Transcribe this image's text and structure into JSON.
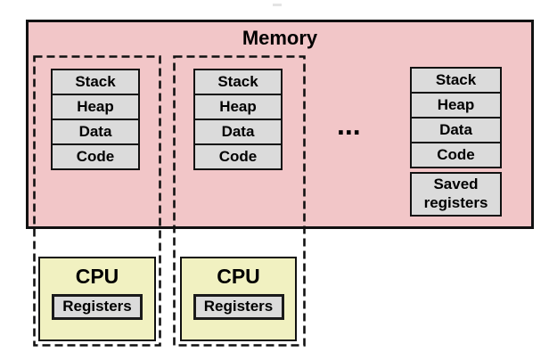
{
  "memory": {
    "label": "Memory",
    "segments": [
      "Stack",
      "Heap",
      "Data",
      "Code"
    ],
    "saved_registers_label": "Saved registers",
    "ellipsis": "..."
  },
  "cpus": [
    {
      "label": "CPU",
      "registers_label": "Registers"
    },
    {
      "label": "CPU",
      "registers_label": "Registers"
    }
  ],
  "colors": {
    "memory_fill": "#f2c6c8",
    "segment_fill": "#dbdbdb",
    "cpu_fill": "#f1f1c1",
    "outline": "#111111"
  }
}
